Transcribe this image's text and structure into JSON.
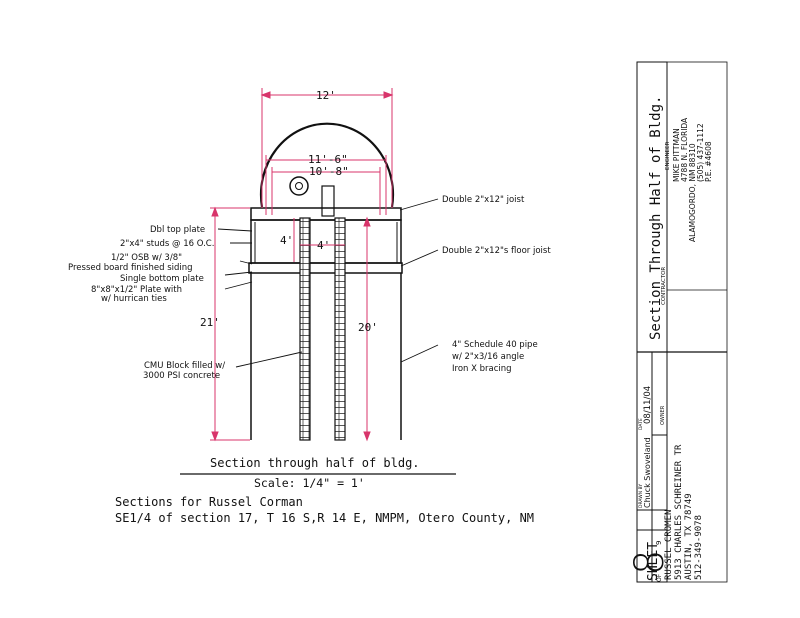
{
  "drawing": {
    "dimensions": {
      "dome_width": "12'",
      "outer_width": "11'-6\"",
      "inner_width": "10'-8\"",
      "tower_section": "4'",
      "tower_width": "4'",
      "total_height": "21'",
      "tower_height": "20'"
    },
    "callouts": {
      "dbl_top_plate": "Dbl top plate",
      "studs": "2\"x4\" studs @ 16 O.C.",
      "osb_line1": "1/2\" OSB w/ 3/8\"",
      "osb_line2": "Pressed board finished siding",
      "bottom_plate": "Single bottom plate",
      "plate_line1": "8\"x8\"x1/2\" Plate with",
      "plate_line2": "w/ hurrican ties",
      "cmu_line1": "CMU Block filled w/",
      "cmu_line2": "3000 PSI concrete",
      "joist": "Double 2\"x12\" joist",
      "floor_joist": "Double 2\"x12\"s floor joist",
      "pipe_line1": "4\" Schedule 40 pipe",
      "pipe_line2": "w/ 2\"x3/16 angle",
      "pipe_line3": "Iron X bracing"
    },
    "caption": "Section through half of bldg.",
    "scale": "Scale: 1/4\" = 1'",
    "sections_title": "Sections for Russel Corman",
    "location": "SE1/4 of section 17, T 16 S,R 14 E, NMPM, Otero County, NM"
  },
  "title_block": {
    "sheet_label": "SHEET",
    "sheet_number": "8",
    "of_label": "OF",
    "total_sheets": "9",
    "drawn_by_label": "DRAWN BY",
    "drawn_by": "Chuck Swoveland",
    "date_label": "DATE",
    "date": "08/11/04",
    "owner_label": "OWNER",
    "owner_lines": [
      "RUSSEL CROMEN",
      "5913 CHARLES SCHREINER TR",
      "AUSTIN, TX 78749",
      "512-349-9078"
    ],
    "contractor_label": "CONTRACTOR",
    "engineer_label": "ENGINEER",
    "engineer_lines": [
      "MIKE PITTMAN",
      "4788 N. FLORIDA",
      "ALAMOGORDO, NM 88310",
      "(505) 437-1112",
      "P.E. #4608"
    ],
    "drawing_title": "Section Through Half of Bldg."
  }
}
